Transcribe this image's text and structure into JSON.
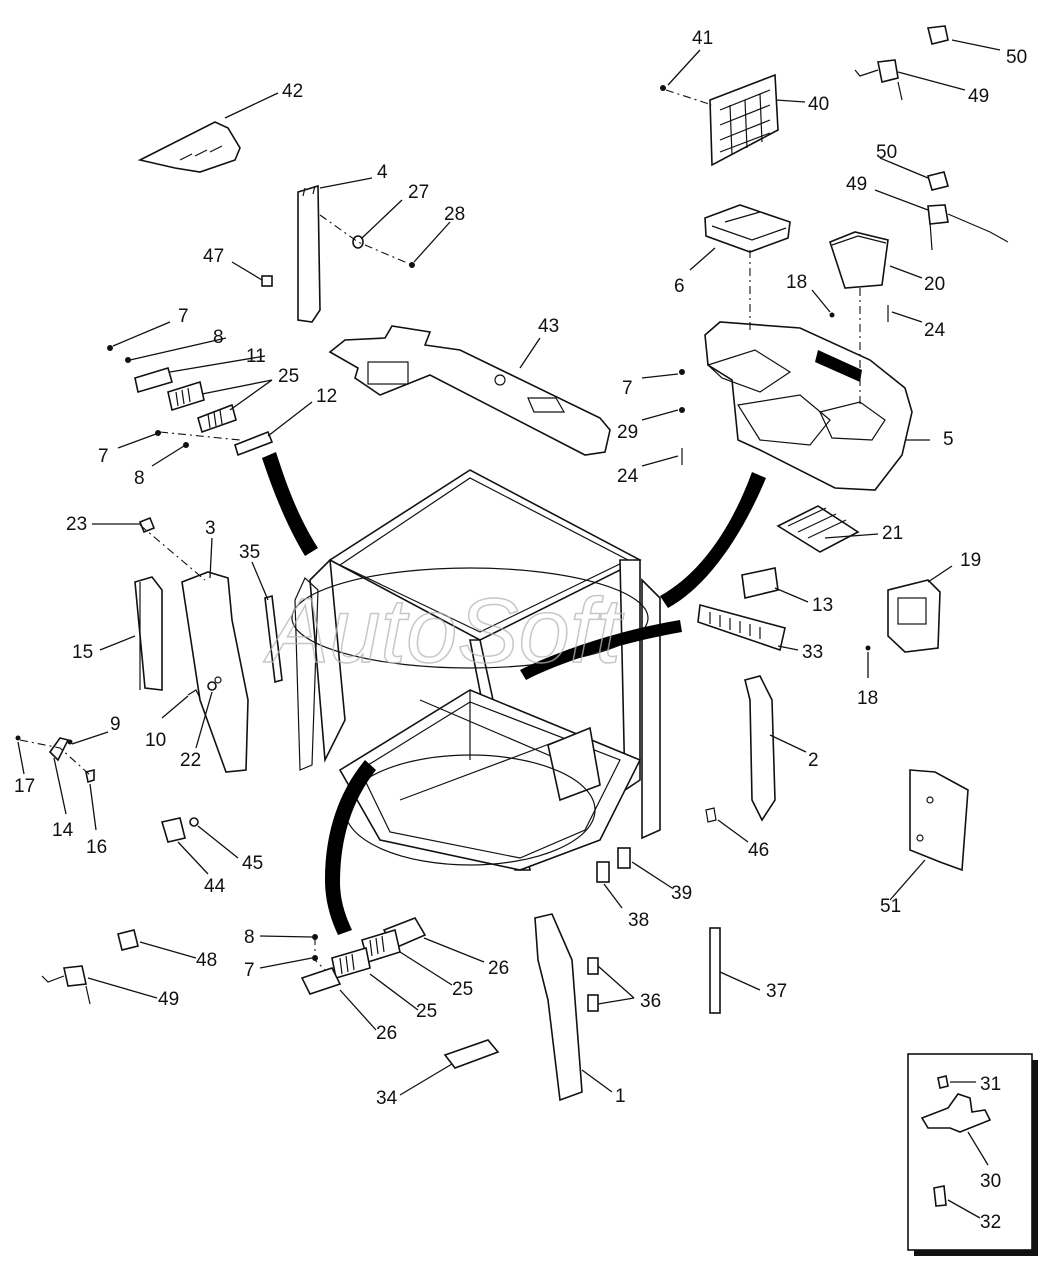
{
  "watermark": "AutoSoft",
  "callouts": [
    {
      "id": "c50a",
      "text": "50"
    },
    {
      "id": "c41",
      "text": "41"
    },
    {
      "id": "c49a",
      "text": "49"
    },
    {
      "id": "c40",
      "text": "40"
    },
    {
      "id": "c42",
      "text": "42"
    },
    {
      "id": "c50b",
      "text": "50"
    },
    {
      "id": "c49b",
      "text": "49"
    },
    {
      "id": "c4",
      "text": "4"
    },
    {
      "id": "c27",
      "text": "27"
    },
    {
      "id": "c28",
      "text": "28"
    },
    {
      "id": "c47",
      "text": "47"
    },
    {
      "id": "c6",
      "text": "6"
    },
    {
      "id": "c20",
      "text": "20"
    },
    {
      "id": "c18a",
      "text": "18"
    },
    {
      "id": "c24a",
      "text": "24"
    },
    {
      "id": "c7a",
      "text": "7"
    },
    {
      "id": "c8a",
      "text": "8"
    },
    {
      "id": "c43",
      "text": "43"
    },
    {
      "id": "c11",
      "text": "11"
    },
    {
      "id": "c25a",
      "text": "25"
    },
    {
      "id": "c7b",
      "text": "7"
    },
    {
      "id": "c12",
      "text": "12"
    },
    {
      "id": "c7c",
      "text": "7"
    },
    {
      "id": "c29",
      "text": "29"
    },
    {
      "id": "c8b",
      "text": "8"
    },
    {
      "id": "c5",
      "text": "5"
    },
    {
      "id": "c24b",
      "text": "24"
    },
    {
      "id": "c23",
      "text": "23"
    },
    {
      "id": "c3",
      "text": "3"
    },
    {
      "id": "c35",
      "text": "35"
    },
    {
      "id": "c21",
      "text": "21"
    },
    {
      "id": "c19",
      "text": "19"
    },
    {
      "id": "c13",
      "text": "13"
    },
    {
      "id": "c15",
      "text": "15"
    },
    {
      "id": "c33",
      "text": "33"
    },
    {
      "id": "c18b",
      "text": "18"
    },
    {
      "id": "c9",
      "text": "9"
    },
    {
      "id": "c10",
      "text": "10"
    },
    {
      "id": "c22",
      "text": "22"
    },
    {
      "id": "c2",
      "text": "2"
    },
    {
      "id": "c17",
      "text": "17"
    },
    {
      "id": "c14",
      "text": "14"
    },
    {
      "id": "c16",
      "text": "16"
    },
    {
      "id": "c45",
      "text": "45"
    },
    {
      "id": "c46",
      "text": "46"
    },
    {
      "id": "c44",
      "text": "44"
    },
    {
      "id": "c39",
      "text": "39"
    },
    {
      "id": "c51",
      "text": "51"
    },
    {
      "id": "c38",
      "text": "38"
    },
    {
      "id": "c8c",
      "text": "8"
    },
    {
      "id": "c7d",
      "text": "7"
    },
    {
      "id": "c48",
      "text": "48"
    },
    {
      "id": "c26a",
      "text": "26"
    },
    {
      "id": "c25b",
      "text": "25"
    },
    {
      "id": "c36",
      "text": "36"
    },
    {
      "id": "c37",
      "text": "37"
    },
    {
      "id": "c49c",
      "text": "49"
    },
    {
      "id": "c25c",
      "text": "25"
    },
    {
      "id": "c26b",
      "text": "26"
    },
    {
      "id": "c34",
      "text": "34"
    },
    {
      "id": "c1",
      "text": "1"
    },
    {
      "id": "c31",
      "text": "31"
    },
    {
      "id": "c30",
      "text": "30"
    },
    {
      "id": "c32",
      "text": "32"
    }
  ]
}
